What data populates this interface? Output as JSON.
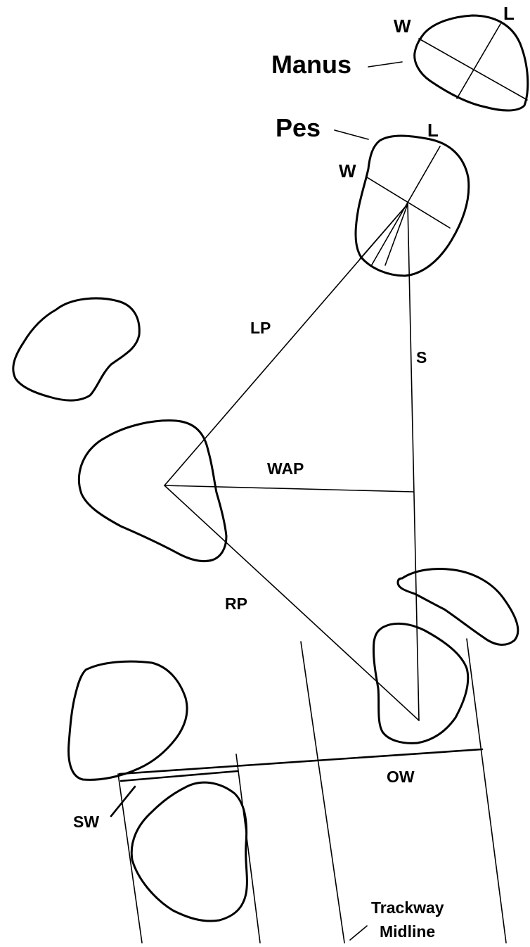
{
  "labels": {
    "manus": "Manus",
    "pes": "Pes",
    "manus_width": "W",
    "manus_length": "L",
    "pes_width": "W",
    "pes_length": "L",
    "left_pace": "LP",
    "stride": "S",
    "pace_angulation_width": "WAP",
    "right_pace": "RP",
    "outer_width": "OW",
    "step_width": "SW",
    "trackway_midline_line1": "Trackway",
    "trackway_midline_line2": "Midline"
  }
}
